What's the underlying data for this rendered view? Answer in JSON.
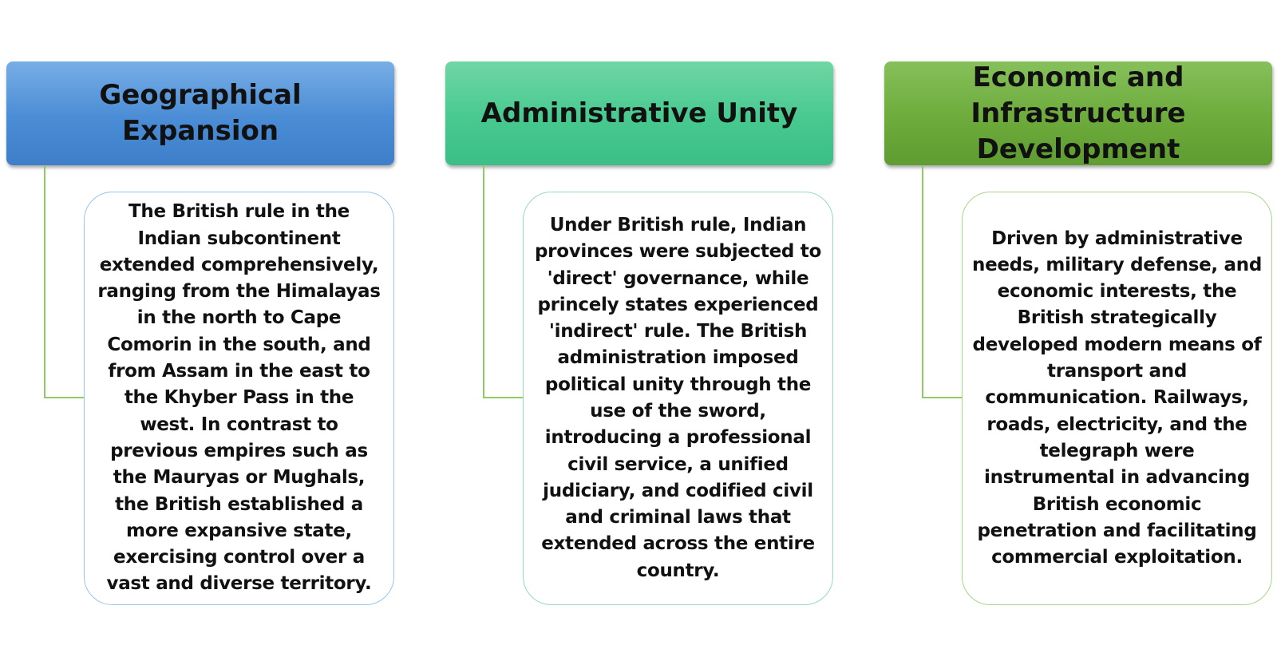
{
  "columns": [
    {
      "title": "Geographical Expansion",
      "body": "The British rule in the Indian subcontinent extended comprehensively, ranging from the Himalayas in the north to Cape Comorin in the south, and from Assam in the east to the Khyber Pass in the west. In contrast to previous empires such as the Mauryas or Mughals, the British established a more expansive state, exercising control over a vast and diverse territory.",
      "header_color": "#4a8cd5"
    },
    {
      "title": "Administrative Unity",
      "body": "Under British rule, Indian provinces were subjected to 'direct' governance, while princely states experienced 'indirect' rule. The British administration imposed political unity through the use of the sword, introducing a professional civil service, a unified judiciary, and codified civil and criminal laws that extended across the entire country.",
      "header_color": "#47c990"
    },
    {
      "title": "Economic and Infrastructure Development",
      "body": "Driven by administrative needs, military defense, and economic interests, the British strategically developed modern means of transport and communication. Railways, roads, electricity, and the telegraph were instrumental in advancing British economic penetration and facilitating commercial exploitation.",
      "header_color": "#6dab3c"
    }
  ]
}
